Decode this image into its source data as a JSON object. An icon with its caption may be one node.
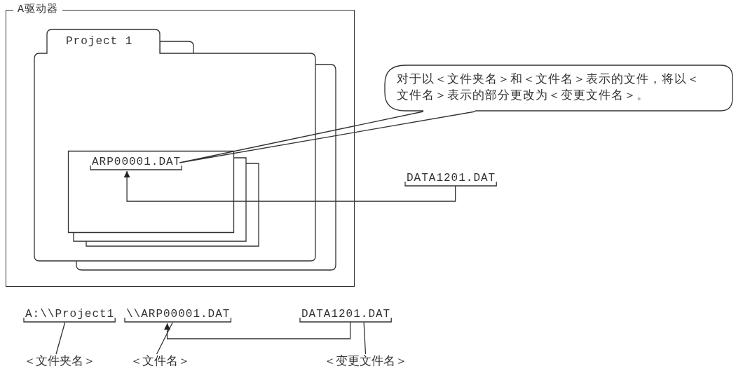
{
  "diagram": {
    "nodes": [
      {
        "text": [
          "A驱动器"
        ]
      },
      {
        "text": [
          "Project 1"
        ],
        "in": 0
      },
      {
        "text": [],
        "shape": "box",
        "in": 1
      },
      {
        "text": [
          "ARP00001.DAT"
        ],
        "in": 2
      },
      {
        "text": [
          "对于以＜文件夹名＞和＜文件名＞表示的文件，将以＜文件名＞表示的部分更改为＜变更文件名＞。"
        ]
      },
      {
        "text": [
          "DATA1201.DAT"
        ]
      },
      {
        "text": [
          "A:\\\\Project1"
        ]
      },
      {
        "text": [
          "\\\\ARP00001.DAT"
        ]
      },
      {
        "text": [
          "DATA1201.DAT"
        ]
      },
      {
        "text": [
          "＜文件夹名＞"
        ]
      },
      {
        "text": [
          "＜文件名＞"
        ]
      },
      {
        "text": [
          "＜变更文件名＞"
        ]
      }
    ],
    "edges": [
      {
        "from": 4,
        "to": 3,
        "arrow": "none"
      },
      {
        "from": 5,
        "to": 3,
        "arrow": "to"
      },
      {
        "from": 9,
        "to": 6,
        "arrow": "none"
      },
      {
        "from": 10,
        "to": 7,
        "arrow": "none"
      },
      {
        "from": 11,
        "to": 8,
        "arrow": "none"
      },
      {
        "from": 8,
        "to": 7,
        "arrow": "to"
      }
    ]
  }
}
